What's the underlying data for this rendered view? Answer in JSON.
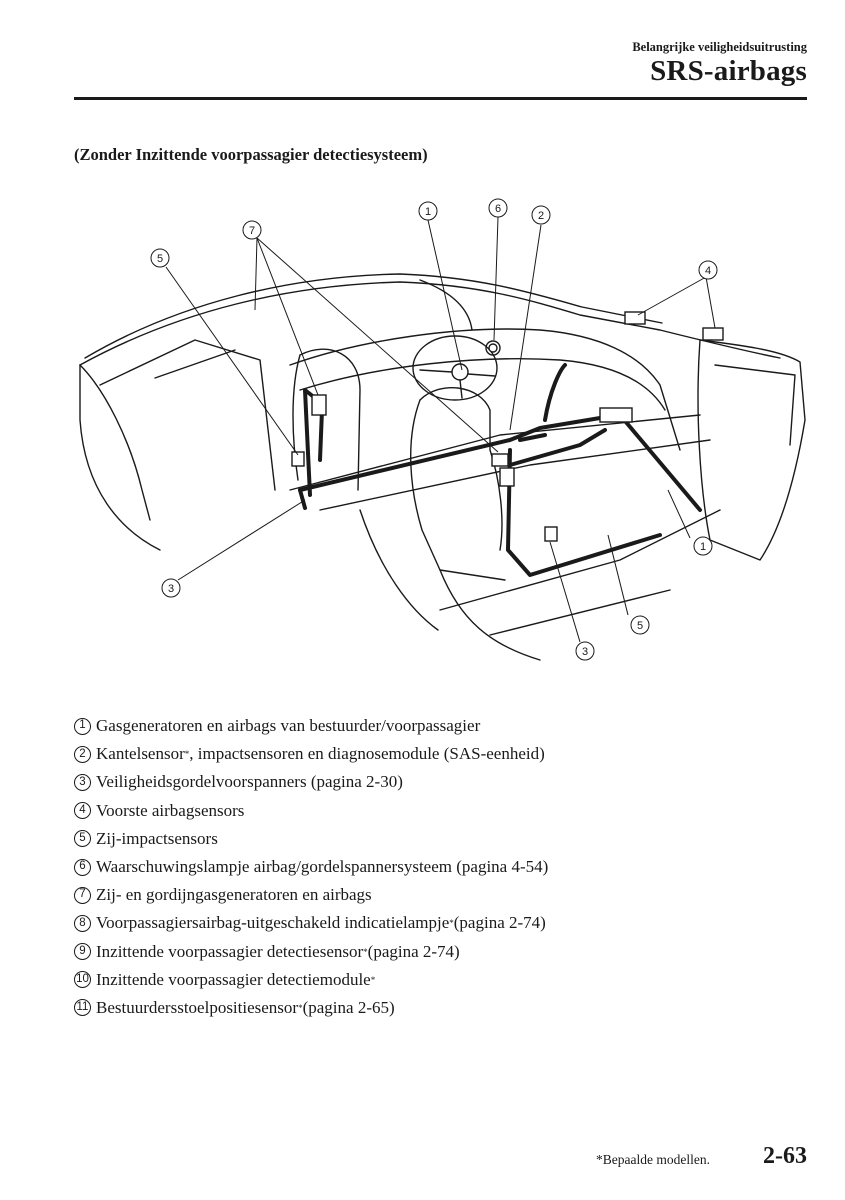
{
  "header": {
    "section": "Belangrijke veiligheidsuitrusting",
    "title": "SRS-airbags"
  },
  "section_heading": "(Zonder Inzittende voorpassagier detectiesysteem)",
  "diagram": {
    "callouts": [
      "1",
      "6",
      "2",
      "7",
      "5",
      "4",
      "1",
      "3",
      "5",
      "3"
    ]
  },
  "legend": [
    {
      "num": "1",
      "text": "Gasgeneratoren en airbags van bestuurder/voorpassagier",
      "sup": "",
      "after": ""
    },
    {
      "num": "2",
      "text": "Kantelsensor",
      "sup": "*",
      "after": ", impactsensoren en diagnosemodule (SAS-eenheid)"
    },
    {
      "num": "3",
      "text": "Veiligheidsgordelvoorspanners (pagina 2-30)",
      "sup": "",
      "after": ""
    },
    {
      "num": "4",
      "text": "Voorste airbagsensors",
      "sup": "",
      "after": ""
    },
    {
      "num": "5",
      "text": "Zij-impactsensors",
      "sup": "",
      "after": ""
    },
    {
      "num": "6",
      "text": "Waarschuwingslampje airbag/gordelspannersysteem (pagina 4-54)",
      "sup": "",
      "after": ""
    },
    {
      "num": "7",
      "text": "Zij- en gordijngasgeneratoren en airbags",
      "sup": "",
      "after": ""
    },
    {
      "num": "8",
      "text": "Voorpassagiersairbag-uitgeschakeld indicatielampje",
      "sup": "*",
      "after": " (pagina 2-74)"
    },
    {
      "num": "9",
      "text": "Inzittende voorpassagier detectiesensor",
      "sup": "*",
      "after": " (pagina 2-74)"
    },
    {
      "num": "10",
      "text": "Inzittende voorpassagier detectiemodule",
      "sup": "*",
      "after": ""
    },
    {
      "num": "11",
      "text": "Bestuurdersstoelpositiesensor",
      "sup": "*",
      "after": " (pagina 2-65)"
    }
  ],
  "footer": {
    "footnote": "*Bepaalde modellen.",
    "page_number": "2-63"
  }
}
